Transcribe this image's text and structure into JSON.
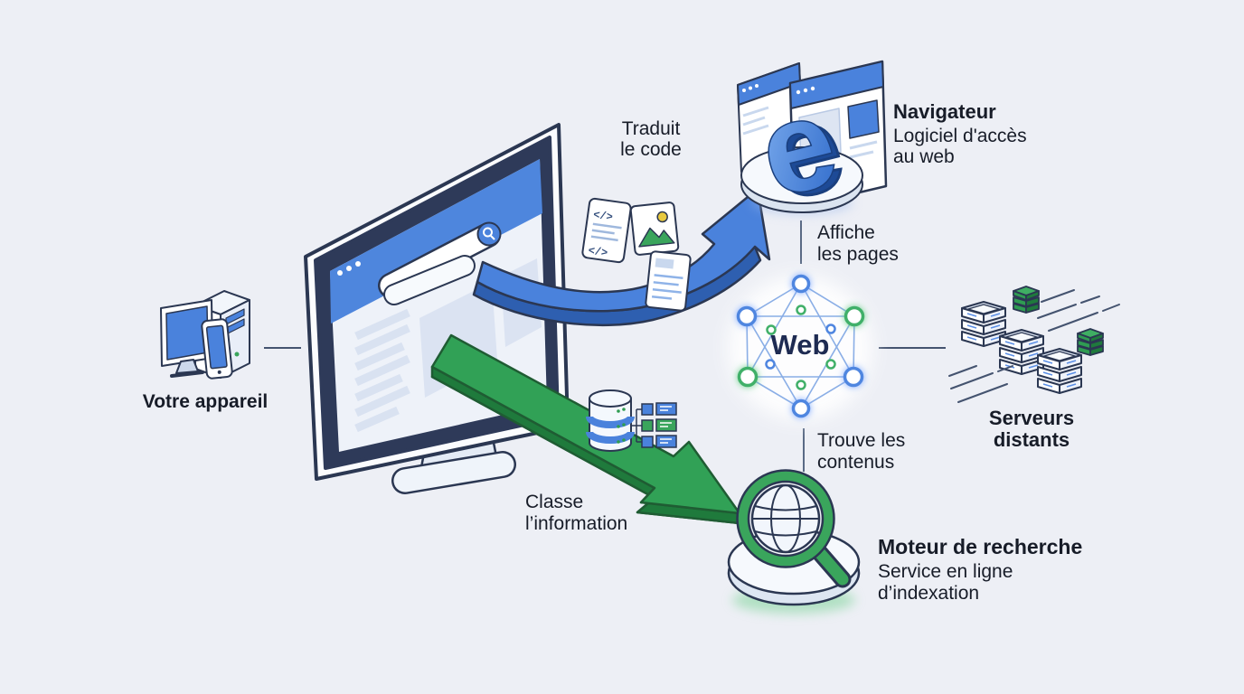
{
  "labels": {
    "device": "Votre appareil",
    "traduit": "Traduit\nle code",
    "navigateur_title": "Navigateur",
    "navigateur_sub": "Logiciel d'accès\nau web",
    "affiche": "Affiche\nles pages",
    "web": "Web",
    "serveurs": "Serveurs\ndistants",
    "trouve": "Trouve les\ncontenus",
    "classe": "Classe\nl’information",
    "moteur_title": "Moteur de recherche",
    "moteur_sub": "Service en ligne\nd’indexation"
  },
  "icons": {
    "browser_letter": "e",
    "device": "desktop-tower-monitor-phone",
    "monitor": "isometric-monitor-browser",
    "search_pill": "search-bar-magnifier",
    "files": "code-file,image-file,text-file",
    "database": "database-cylinder-index-blocks",
    "web_network": "hexagon-network-nodes",
    "servers": "isometric-server-stacks",
    "search_engine": "globe-magnifier-pedestal"
  },
  "colors": {
    "background": "#edeff5",
    "outline": "#2b3752",
    "blue": "#4a82dc",
    "blue_dark": "#2e5fb0",
    "green": "#2f9c52",
    "green_dark": "#1f7a3c",
    "node_blue": "#4f86e0",
    "node_green": "#41b069",
    "text": "#171c28",
    "web_text": "#1e2b52"
  }
}
